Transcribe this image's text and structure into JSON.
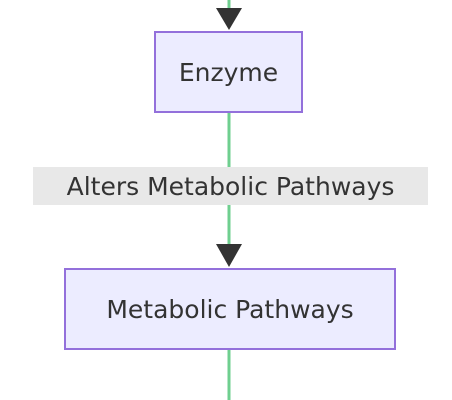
{
  "diagram": {
    "nodes": [
      {
        "id": "enzyme",
        "label": "Enzyme"
      },
      {
        "id": "metabolic_pathways",
        "label": "Metabolic Pathways"
      }
    ],
    "edges": [
      {
        "from": "enzyme",
        "to": "metabolic_pathways",
        "label": "Alters Metabolic Pathways"
      }
    ]
  },
  "colors": {
    "node_fill": "#ececff",
    "node_border": "#9370db",
    "edge_line": "#6fcf8f",
    "arrowhead": "#333333",
    "edge_label_bg": "#e8e8e8",
    "text": "#333333"
  }
}
